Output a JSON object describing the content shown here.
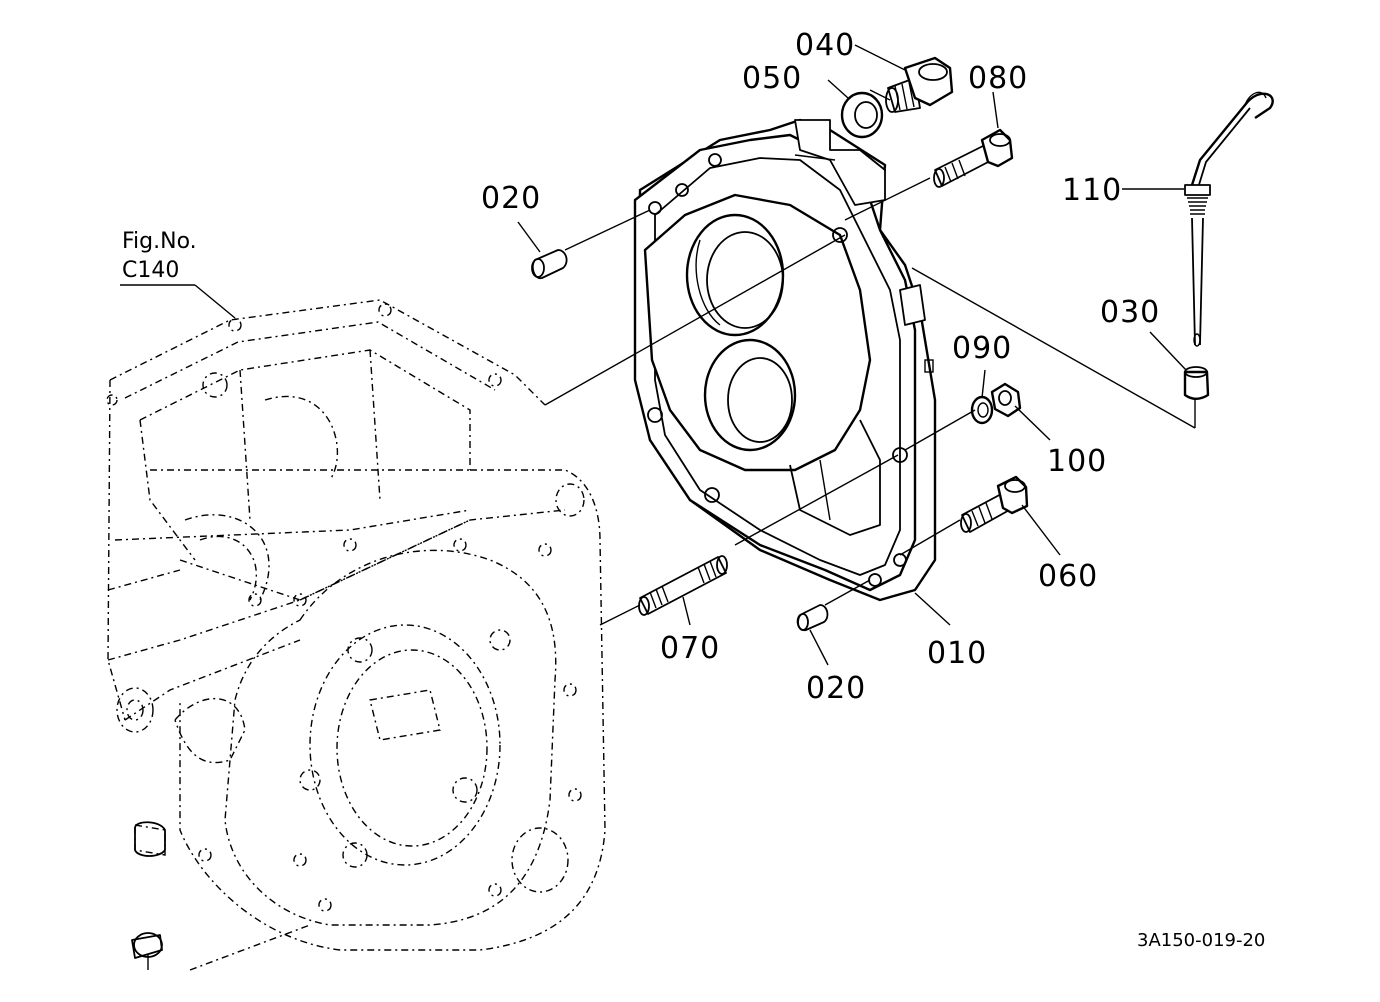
{
  "figure_ref": {
    "line1": "Fig.No.",
    "line2": "C140"
  },
  "drawing_code": "3A150-019-20",
  "parts": {
    "p010": "010",
    "p020a": "020",
    "p020b": "020",
    "p030": "030",
    "p040": "040",
    "p050": "050",
    "p060": "060",
    "p070": "070",
    "p080": "080",
    "p090": "090",
    "p100": "100",
    "p110": "110"
  }
}
